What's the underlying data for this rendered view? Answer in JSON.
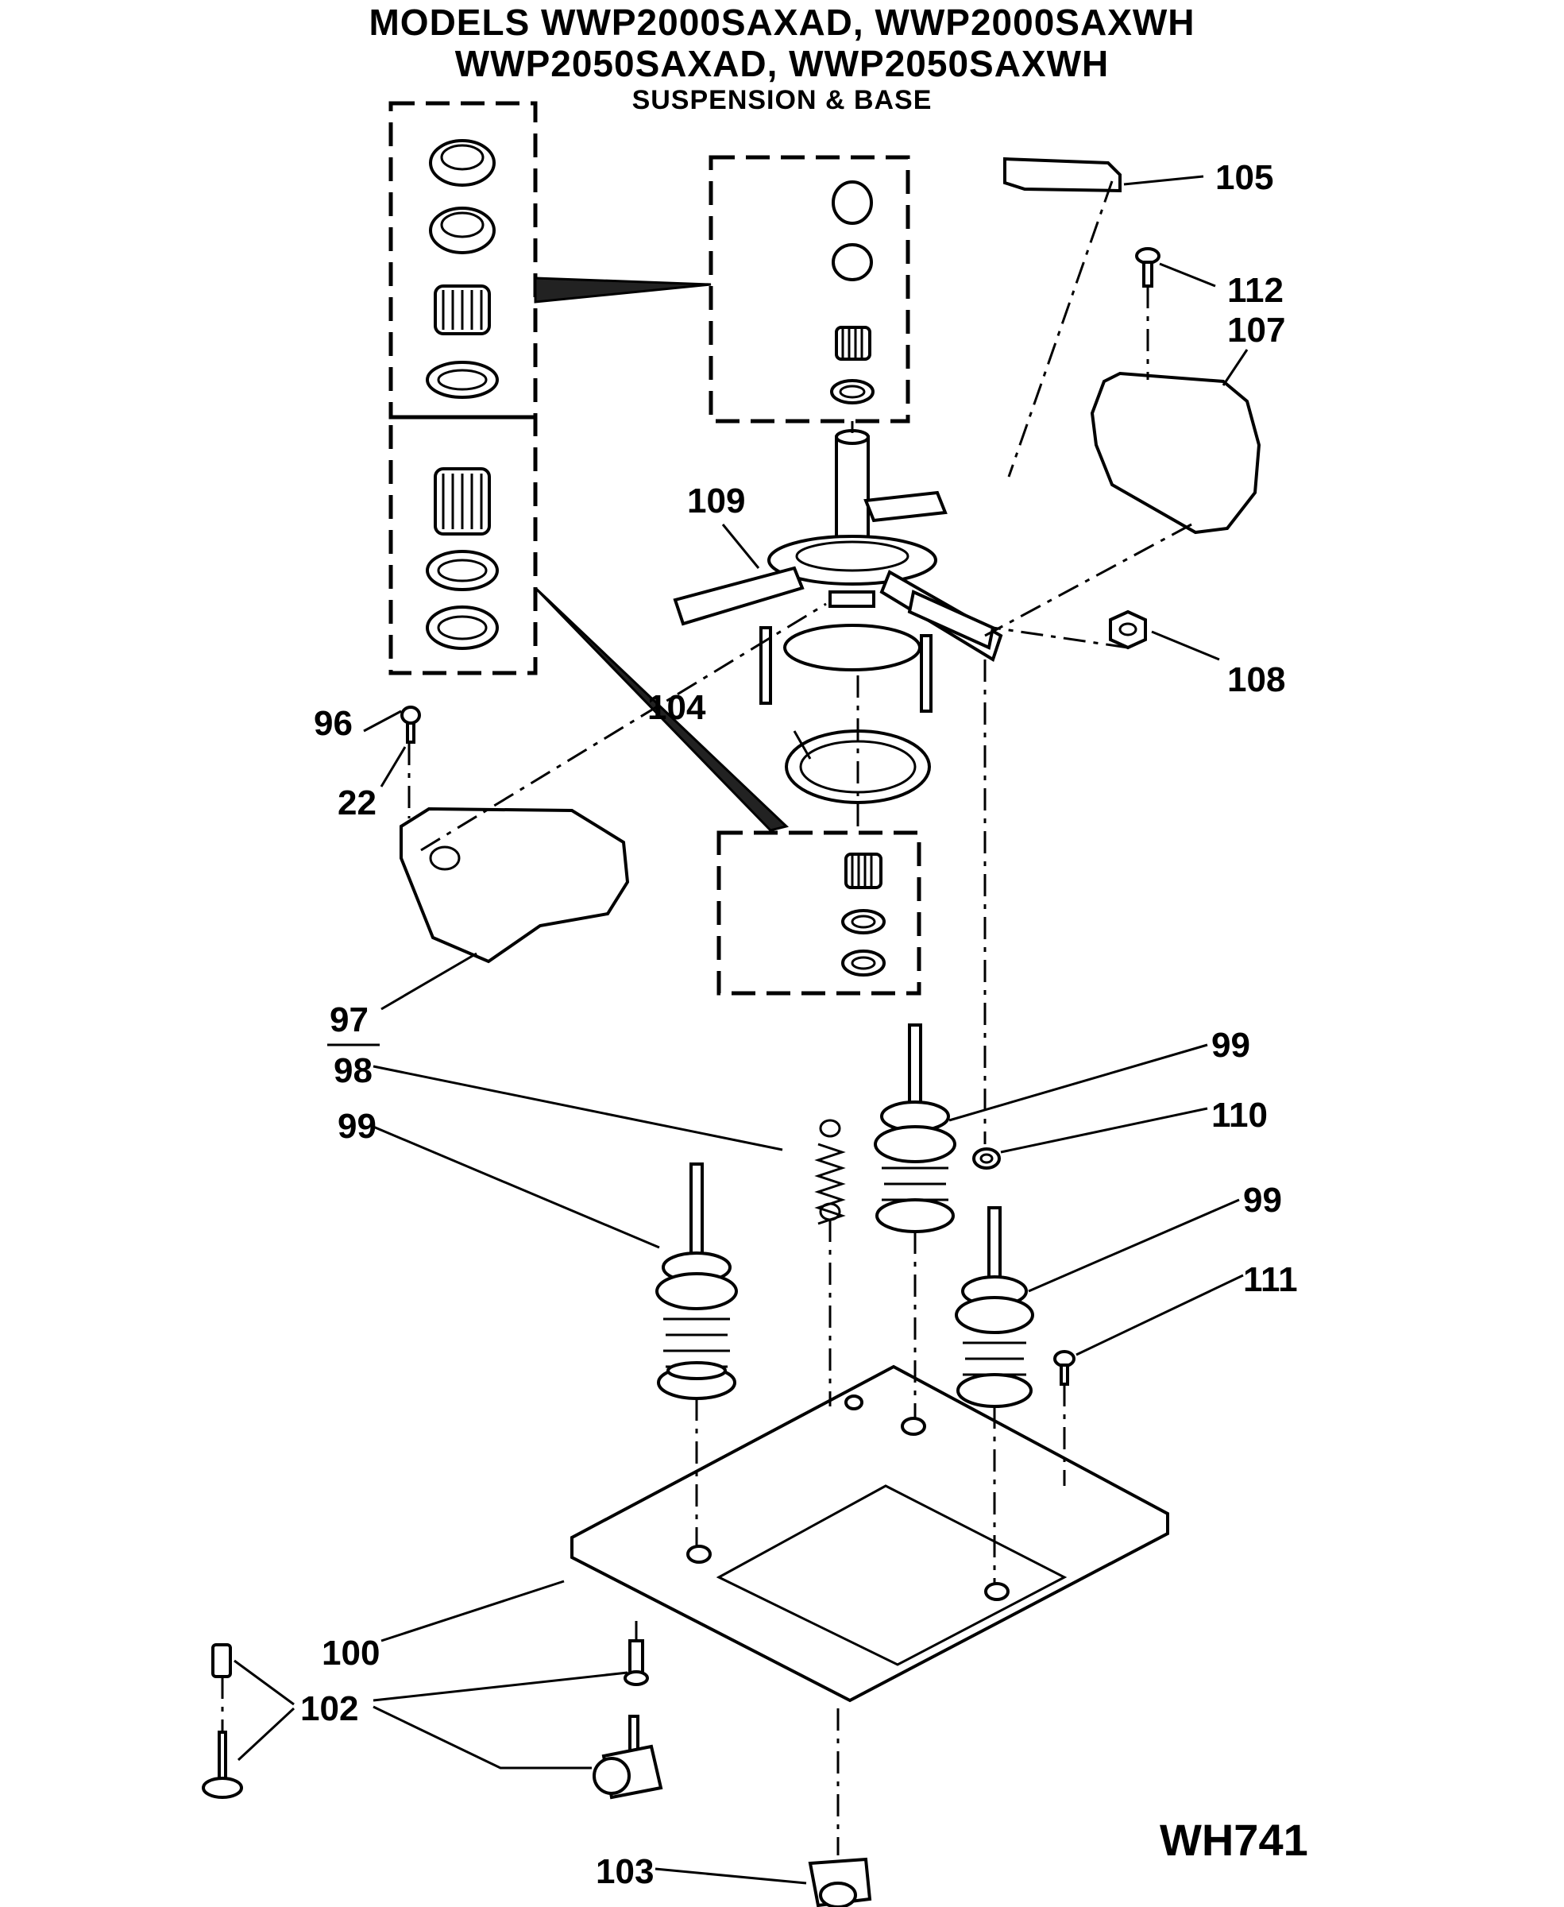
{
  "header": {
    "title_line1": "MODELS WWP2000SAXAD, WWP2000SAXWH",
    "title_line2": "WWP2050SAXAD, WWP2050SAXWH",
    "subtitle": "SUSPENSION & BASE"
  },
  "diagram_code": "WH741",
  "callouts": {
    "c105": "105",
    "c112": "112",
    "c107": "107",
    "c109": "109",
    "c108": "108",
    "c96": "96",
    "c104": "104",
    "c22": "22",
    "c97": "97",
    "c98": "98",
    "c99a": "99",
    "c99b": "99",
    "c110": "110",
    "c99c": "99",
    "c111": "111",
    "c100": "100",
    "c102": "102",
    "c103": "103"
  }
}
